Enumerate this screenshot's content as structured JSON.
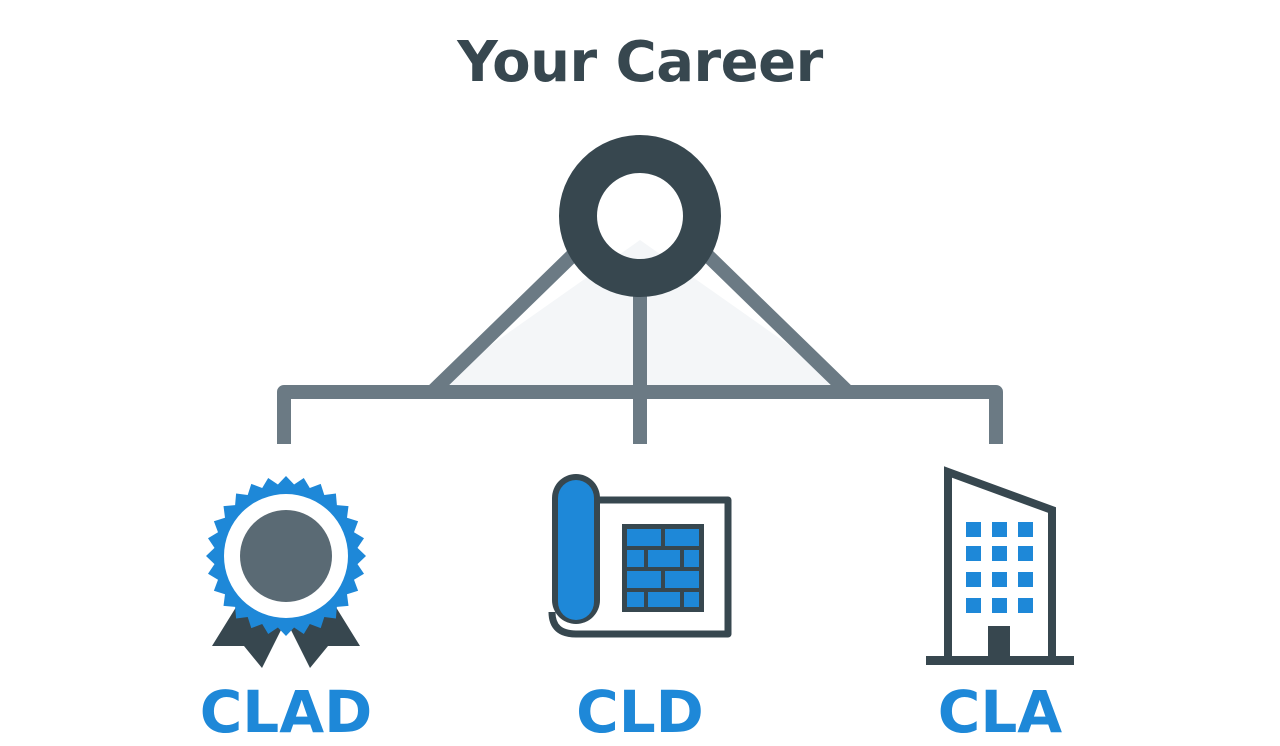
{
  "title": "Your Career",
  "colors": {
    "dark": "#37474f",
    "line": "#6b7a84",
    "accent": "#1e88d8",
    "medal_core": "#5a6a74"
  },
  "nodes": [
    {
      "label": "CLAD",
      "icon": "award-ribbon-icon"
    },
    {
      "label": "CLD",
      "icon": "blueprint-icon"
    },
    {
      "label": "CLA",
      "icon": "office-building-icon"
    }
  ]
}
